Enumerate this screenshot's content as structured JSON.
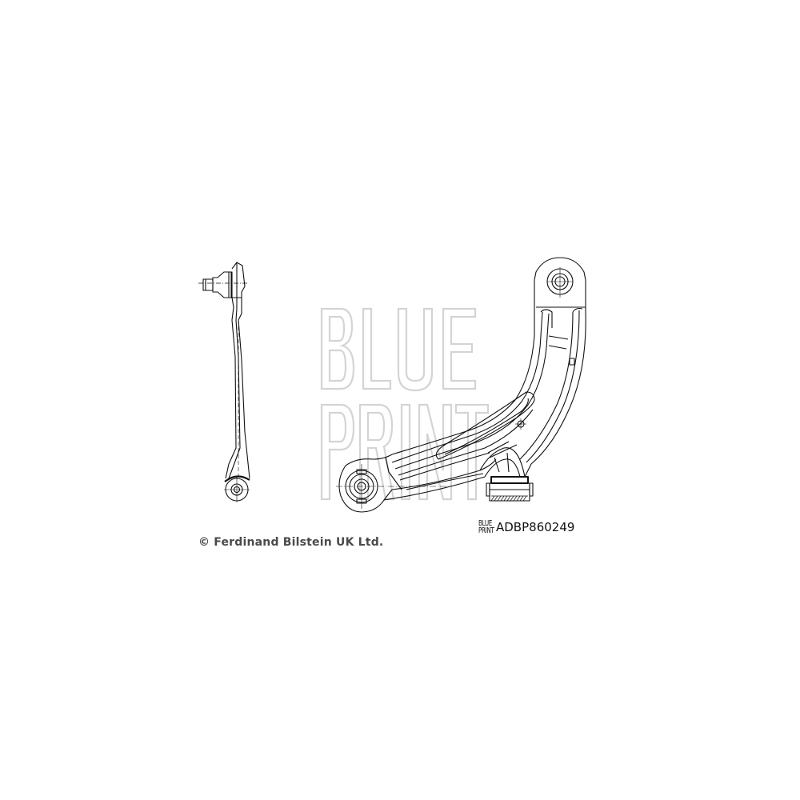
{
  "diagram": {
    "subject": "Control / trailing arm technical drawing",
    "views": [
      {
        "name": "side-view",
        "description": "Side elevation with ball joint stud at top and bushing eye at bottom"
      },
      {
        "name": "top-view",
        "description": "Plan view of curved lower control arm with bushing eye, ball joint eye and rear bush"
      }
    ],
    "watermark": {
      "line1": "BLUE",
      "line2": "PRINT",
      "color": "#d6d6d6"
    },
    "line_color": "#111111"
  },
  "footer": {
    "copyright": "© Ferdinand Bilstein UK Ltd.",
    "logo_line1": "BLUE",
    "logo_line2": "PRINT",
    "part_number": "ADBP860249"
  }
}
